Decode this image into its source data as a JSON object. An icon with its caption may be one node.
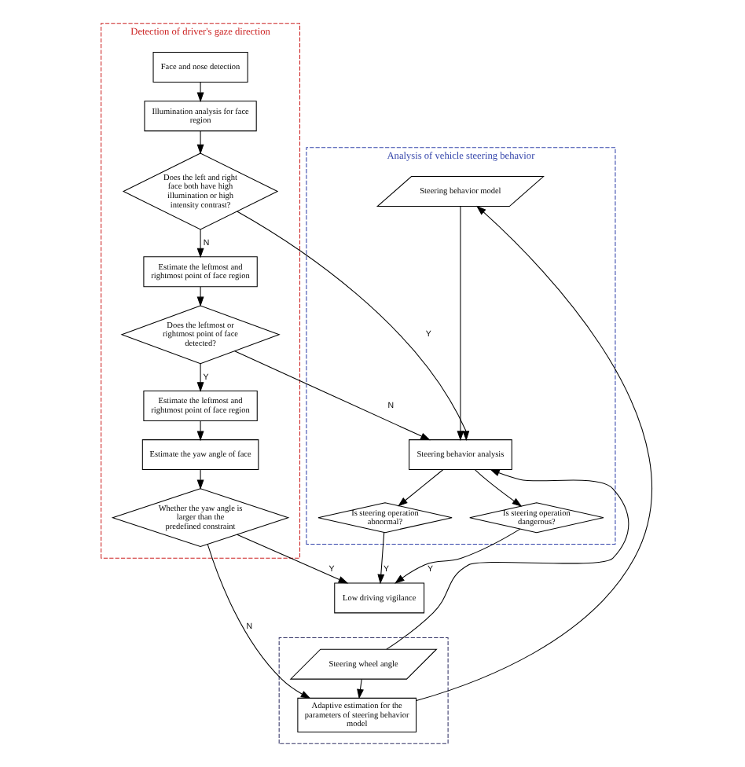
{
  "diagram": {
    "nodes": [
      {
        "text": [
          "Detection of driver's gaze direction"
        ]
      },
      {
        "text": [
          "Face and nose detection"
        ],
        "in": 0
      },
      {
        "text": [
          "Illumination analysis for face region"
        ],
        "in": 0
      },
      {
        "text": [
          "Does the left and right face both have high illumination or high intensity contrast?"
        ],
        "in": 0
      },
      {
        "text": [
          "Estimate the leftmost and rightmost point of face region"
        ],
        "in": 0
      },
      {
        "text": [
          "Does the leftmost or rightmost point of face detected?"
        ],
        "in": 0
      },
      {
        "text": [
          "Estimate the leftmost and rightmost point of face region"
        ],
        "in": 0
      },
      {
        "text": [
          "Estimate the yaw angle of face"
        ],
        "in": 0
      },
      {
        "text": [
          "Whether the yaw angle is larger than the predefined constraint"
        ],
        "in": 0
      },
      {
        "text": [
          "Analysis of vehicle steering behavior"
        ]
      },
      {
        "text": [
          "Steering behavior model"
        ],
        "in": 9
      },
      {
        "text": [
          "Steering behavior analysis"
        ],
        "in": 9
      },
      {
        "text": [
          "Is steering operation abnormal?"
        ],
        "in": 9
      },
      {
        "text": [
          "Is steering operation dangerous?"
        ],
        "in": 9
      },
      {
        "text": [
          "Low driving vigilance"
        ]
      },
      {
        "text": [],
        "shape": "box"
      },
      {
        "text": [
          "Steering wheel angle"
        ],
        "in": 15
      },
      {
        "text": [
          "Adaptive estimation for the parameters of steering behavior model"
        ],
        "in": 15
      }
    ],
    "edges": [
      {
        "from": 1,
        "to": 2,
        "arrow": "to"
      },
      {
        "from": 2,
        "to": 3,
        "arrow": "to"
      },
      {
        "from": 3,
        "to": 4,
        "arrow": "to",
        "label": "N"
      },
      {
        "from": 3,
        "to": 11,
        "arrow": "to",
        "label": "Y"
      },
      {
        "from": 4,
        "to": 5,
        "arrow": "to"
      },
      {
        "from": 5,
        "to": 11,
        "arrow": "to",
        "label": "N"
      },
      {
        "from": 5,
        "to": 6,
        "arrow": "to",
        "label": "Y"
      },
      {
        "from": 6,
        "to": 7,
        "arrow": "to"
      },
      {
        "from": 7,
        "to": 8,
        "arrow": "to"
      },
      {
        "from": 8,
        "to": 14,
        "arrow": "to",
        "label": "Y"
      },
      {
        "from": 8,
        "to": 17,
        "arrow": "to",
        "label": "N"
      },
      {
        "from": 10,
        "to": 11,
        "arrow": "to"
      },
      {
        "from": 11,
        "to": 12,
        "arrow": "to"
      },
      {
        "from": 11,
        "to": 13,
        "arrow": "to"
      },
      {
        "from": 12,
        "to": 14,
        "arrow": "to",
        "label": "Y"
      },
      {
        "from": 13,
        "to": 14,
        "arrow": "to",
        "label": "Y"
      },
      {
        "from": 16,
        "to": 17,
        "arrow": "to"
      },
      {
        "from": 16,
        "to": 11,
        "arrow": "to"
      },
      {
        "from": 17,
        "to": 10,
        "arrow": "to"
      }
    ]
  }
}
